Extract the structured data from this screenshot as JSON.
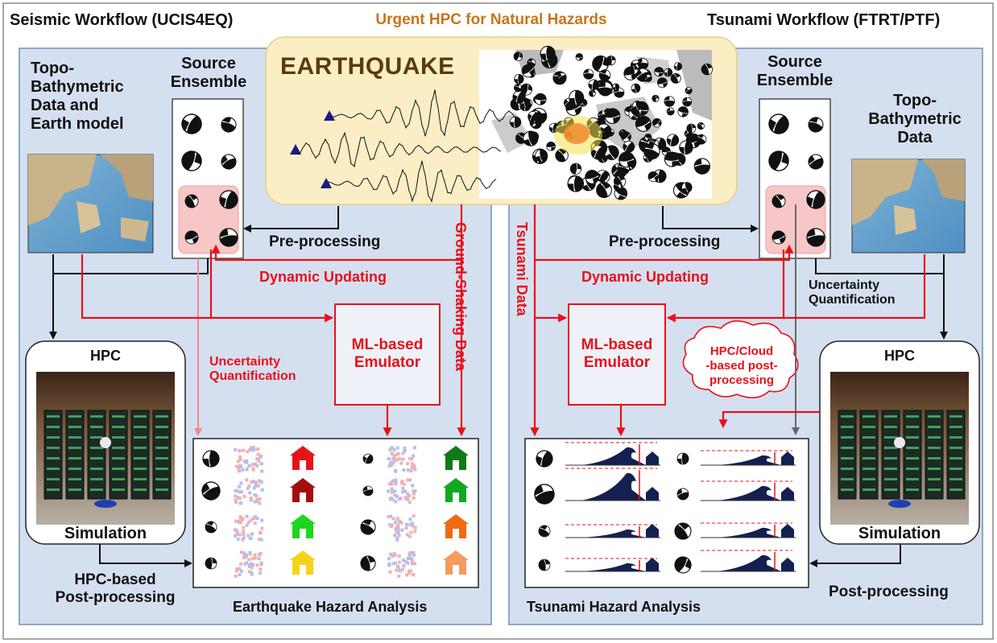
{
  "title": "Urgent HPC for Natural Hazards",
  "seismic": {
    "workflow_title": "Seismic Workflow (UCIS4EQ)",
    "topo_label": "Topo-\nBathymetric\nData and\nEarth model",
    "source_label": "Source\nEnsemble",
    "preprocessing": "Pre-processing",
    "dynamic_updating": "Dynamic Updating",
    "uncertainty": "Uncertainty\nQuantification",
    "emulator": "ML-based\nEmulator",
    "hpc": "HPC",
    "simulation": "Simulation",
    "postprocessing": "HPC-based\nPost-processing",
    "hazard": "Earthquake Hazard Analysis",
    "house_colors": [
      "#e5141b",
      "#a40d10",
      "#1dd61d",
      "#f5d21a",
      "#0f7a17",
      "#12a820",
      "#f16a10",
      "#f59b5c"
    ]
  },
  "earthquake": {
    "label": "EARTHQUAKE"
  },
  "center": {
    "ground_shaking": "Ground-Shaking Data",
    "tsunami_data": "Tsunami Data"
  },
  "tsunami": {
    "workflow_title": "Tsunami Workflow (FTRT/PTF)",
    "topo_label": "Topo-\nBathymetric\nData",
    "source_label": "Source\nEnsemble",
    "preprocessing": "Pre-processing",
    "dynamic_updating": "Dynamic Updating",
    "uncertainty": "Uncertainty\nQuantification",
    "emulator": "ML-based\nEmulator",
    "cloud": "HPC/Cloud\n-based post-\nprocessing",
    "hpc": "HPC",
    "simulation": "Simulation",
    "postprocessing": "Post-processing",
    "hazard": "Tsunami Hazard Analysis"
  },
  "colors": {
    "panel_bg": "#d4e0f0",
    "panel_border": "#6f8fb8",
    "accent_red": "#e8101a",
    "title_orange": "#c8741a",
    "quake_bg": "#fbeec5",
    "wave": "#142050",
    "source_highlight": "#f7c6c6"
  }
}
